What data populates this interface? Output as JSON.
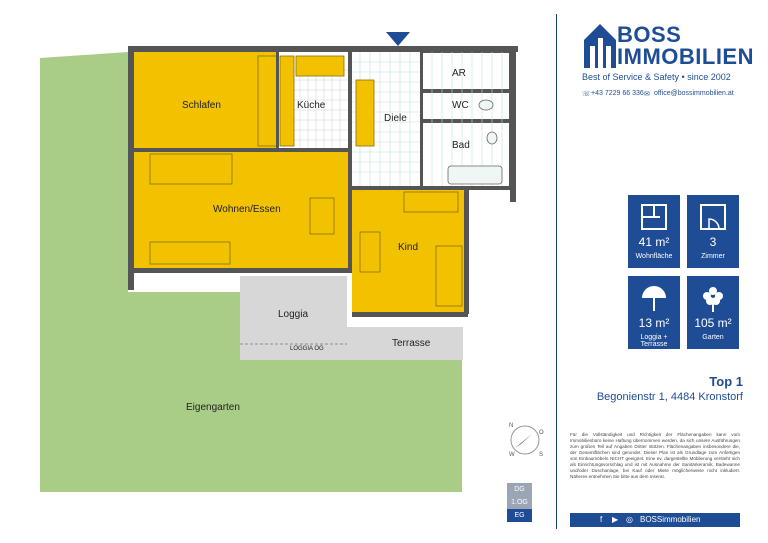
{
  "brand": {
    "name_line1": "BOSS",
    "name_line2": "IMMOBILIEN",
    "tagline": "Best of Service & Safety • since 2002",
    "phone": "+43 7229 66 336",
    "email": "office@bossimmobilien.at",
    "color": "#1e4d96"
  },
  "rooms": {
    "schlafen": "Schlafen",
    "kueche": "Küche",
    "diele": "Diele",
    "ar": "AR",
    "wc": "WC",
    "bad": "Bad",
    "wohnen": "Wohnen/Essen",
    "kind": "Kind",
    "loggia": "Loggia",
    "loggia_og": "LOGGIA OG",
    "terrasse": "Terrasse",
    "eigengarten": "Eigengarten"
  },
  "levels": [
    "DG",
    "1.OG",
    "EG"
  ],
  "stats": [
    {
      "value": "41 m²",
      "label": "Wohnfläche",
      "icon": "floorplan-icon"
    },
    {
      "value": "3",
      "label": "Zimmer",
      "icon": "room-door-icon"
    },
    {
      "value": "13 m²",
      "label": "Loggia + Terrasse",
      "icon": "umbrella-icon"
    },
    {
      "value": "105 m²",
      "label": "Garten",
      "icon": "flower-icon"
    }
  ],
  "unit": {
    "title": "Top 1",
    "address": "Begonienstr 1, 4484 Kronstorf"
  },
  "disclaimer": "Für die Vollständigkeit und Richtigkeit der Flächenangaben kann vom Immobilienbüro keine Haftung übernommen werden, da sich unsere Ausführungen zum großen Teil auf Angaben Dritter stützen. Flächenangaben insbesondere die, der Gesamtflächen sind gerundet. Dieser Plan ist als Grundlage zum Anfertigen von Einbaumöbeln NICHT geeignet. Eine ev. dargestellte Möblierung versteht sich als Einrichtungsvorschlag und ist mit Ausnahme der Sanitärkeramik, Badewanne und/oder Duschanlage, bei Kauf oder Miete möglicherweise nicht inkludiert. Näheres entnehmen Sie bitte aus dem Inserat.",
  "social": {
    "handle": "BOSSimmobilien"
  },
  "compass": {
    "n": "N",
    "o": "O",
    "s": "S",
    "w": "W"
  }
}
